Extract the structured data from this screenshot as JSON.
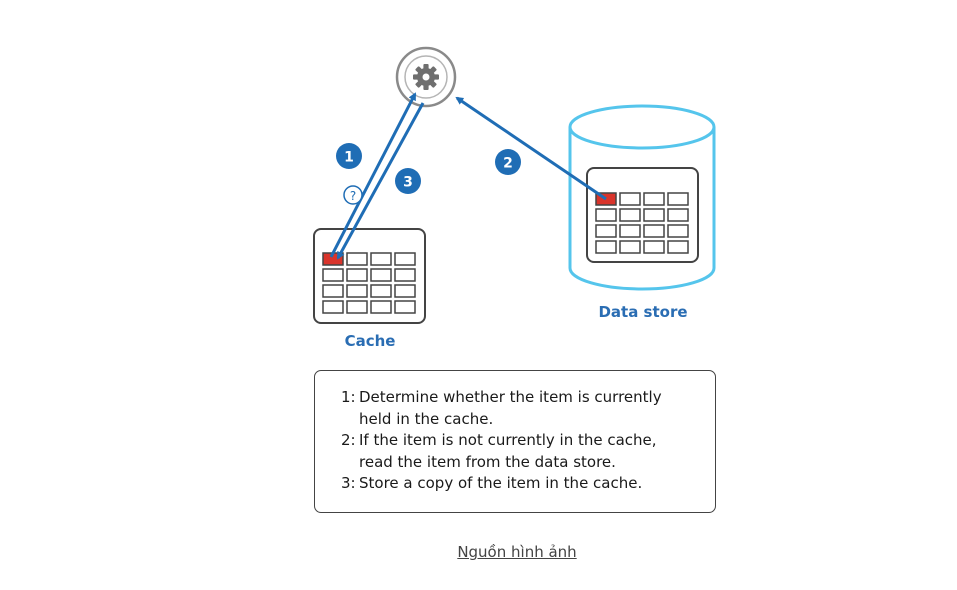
{
  "diagram": {
    "cache_label": "Cache",
    "store_label": "Data store",
    "step_badges": [
      "1",
      "2",
      "3"
    ],
    "question_mark": "?",
    "legend": [
      {
        "num": "1:",
        "text": "Determine whether the item is currently\nheld in the cache."
      },
      {
        "num": "2:",
        "text": "If the item is not currently in the cache,\nread the item from the data store."
      },
      {
        "num": "3:",
        "text": "Store a copy of the item in the cache."
      }
    ]
  },
  "source_link": "Nguồn hình ảnh",
  "colors": {
    "arrow_blue": "#1f6db5",
    "cyan_store": "#4fc3e8",
    "highlight_red": "#d9342b",
    "badge_blue": "#1f6db5"
  }
}
